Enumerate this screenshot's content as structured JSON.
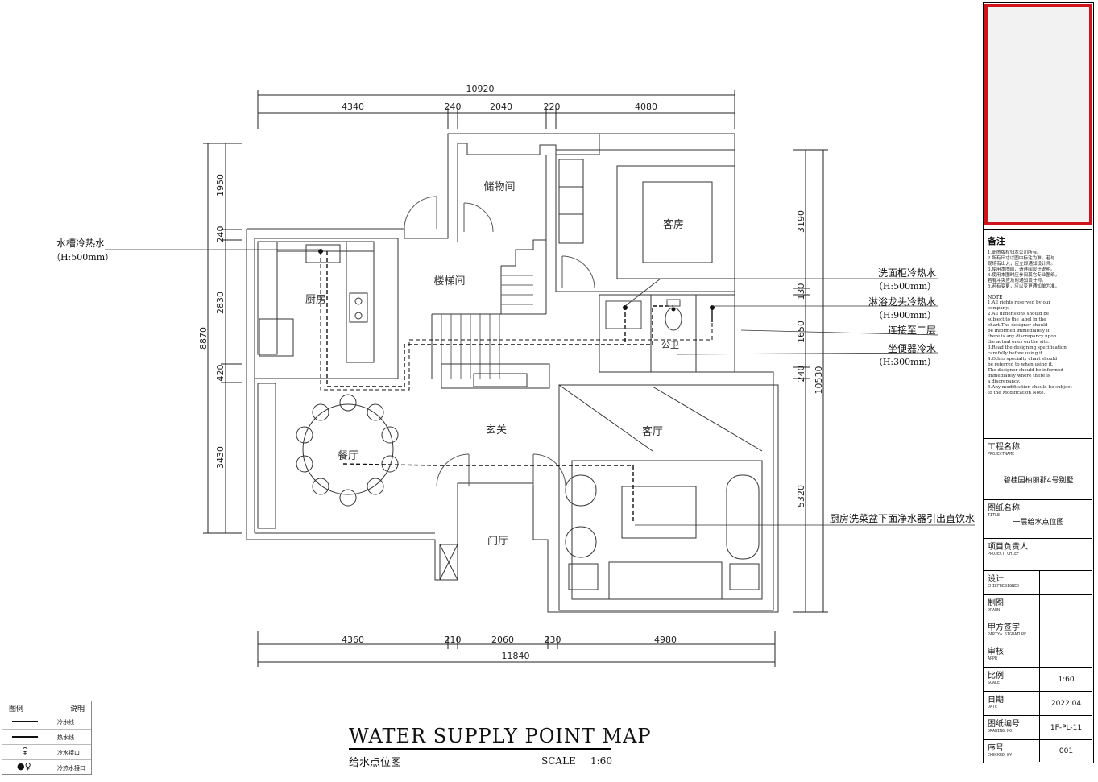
{
  "dimensions": {
    "top_total": "10920",
    "top_segments": [
      "4340",
      "240",
      "2040",
      "220",
      "4080"
    ],
    "bottom_total": "11840",
    "bottom_segments": [
      "4360",
      "210",
      "2060",
      "230",
      "4980"
    ],
    "left_total": "8870",
    "left_segments": [
      "1950",
      "240",
      "2830",
      "420",
      "3430"
    ],
    "right_total": "10530",
    "right_segments": [
      "3190",
      "130",
      "1650",
      "240",
      "5320"
    ]
  },
  "rooms": {
    "storage": "储物间",
    "guest_room": "客房",
    "stair": "楼梯间",
    "kitchen": "厨房",
    "entry": "玄关",
    "dining": "餐厅",
    "living": "客厅",
    "hall": "门厅",
    "bath": "公卫"
  },
  "annotations": {
    "sink": {
      "text": "水槽冷热水",
      "height": "（H:500mm）"
    },
    "basin": {
      "text": "洗面柜冷热水",
      "height": "（H:500mm）"
    },
    "shower": {
      "text": "淋浴龙头冷热水",
      "height": "（H:900mm）"
    },
    "upstairs": {
      "text": "连接至二层"
    },
    "toilet": {
      "text": "坐便器冷水",
      "height": "（H:300mm）"
    },
    "purifier": {
      "text": "厨房洗菜盆下面净水器引出直饮水"
    }
  },
  "title_block": {
    "notes_heading": "备注",
    "notes_cn": [
      "1.此图版权归本公司所有。",
      "2.所有尺寸以图中标注为准，若与",
      "  现场有出入，应立即通知设计师。",
      "3.使用本图前，请详阅设计说明。",
      "4.使用本图时应参阅其它专业图纸，",
      "  若有冲突应及时通知设计师。",
      "5.若有变更，应以变更通知单为准。"
    ],
    "notes_en_heading": "NOTE",
    "notes_en": [
      "1.All rights reserved by our",
      "  company.",
      "2.All dimensions should be",
      "  subject to the label in the",
      "  chart.The designer  should",
      "  be informed immediately if",
      "  there is any discrepancy upon",
      "  the actual ones on the site.",
      "3.Read the designing specification",
      "  carefully before using  it.",
      "4.Other specialty chart should",
      "  be referred to when using  it.",
      "  The designer  should  be informed",
      "  immediately where there is",
      "  a discrepancy.",
      "5.Any modification should be subject",
      "  to the Modification Note."
    ],
    "project_label": "工程名称",
    "project_sub": "PROJECTNAME",
    "project_value": "碧桂园柏丽郡4号别墅",
    "drawing_label": "图纸名称",
    "drawing_sub": "TITLE",
    "drawing_value": "一层给水点位图",
    "chief_label": "项目负责人",
    "chief_sub": "PROJECT CHIEF",
    "design_label": "设计",
    "design_sub": "CHIEFDESIGNED",
    "drawn_label": "制图",
    "drawn_sub": "DRAWN",
    "party_label": "甲方签字",
    "party_sub": "PARTYA SIGNATURE",
    "approve_label": "审核",
    "approve_sub": "APPR",
    "scale_label": "比例",
    "scale_sub": "SCALE",
    "scale_value": "1:60",
    "date_label": "日期",
    "date_sub": "DATE",
    "date_value": "2022.04",
    "drawing_no_label": "图纸编号",
    "drawing_no_sub": "DRAWING NO",
    "drawing_no_value": "1F-PL-11",
    "seq_label": "序号",
    "seq_sub": "CHECKED BY",
    "seq_value": "001"
  },
  "legend": {
    "col_symbol": "图例",
    "col_desc": "说明",
    "rows": [
      "冷水线",
      "热水线",
      "冷水接口",
      "冷热水接口"
    ]
  },
  "map_title": "WATER SUPPLY POINT MAP",
  "map_subtitle": "给水点位图",
  "scale_label": "SCALE",
  "scale_value": "1:60",
  "colors": {
    "frame_accent": "#d0141d",
    "line": "#111111"
  }
}
